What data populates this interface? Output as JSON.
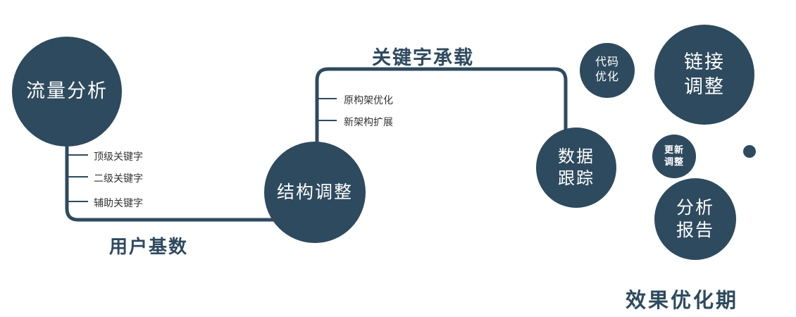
{
  "diagram": {
    "colors": {
      "accent": "#2e4a5e",
      "background": "#ffffff",
      "node_text": "#ffffff",
      "branch_text": "#333333"
    },
    "nodes": {
      "traffic": {
        "label": "流量分析"
      },
      "structure": {
        "label": "结构调整"
      },
      "data_tracking": {
        "line1": "数据",
        "line2": "跟踪"
      },
      "code_optimize": {
        "line1": "代码",
        "line2": "优化"
      },
      "link_adjust": {
        "line1": "链接",
        "line2": "调整"
      },
      "update_adjust": {
        "line1": "更新",
        "line2": "调整"
      },
      "analysis_report": {
        "line1": "分析",
        "line2": "报告"
      }
    },
    "edges": {
      "keyword_label": "关键字承载",
      "user_base_label": "用户基数"
    },
    "branches": {
      "left": [
        "顶级关键字",
        "二级关键字",
        "辅助关键字"
      ],
      "middle": [
        "原构架优化",
        "新架构扩展"
      ]
    },
    "footer": {
      "text": "效果优化期"
    }
  }
}
